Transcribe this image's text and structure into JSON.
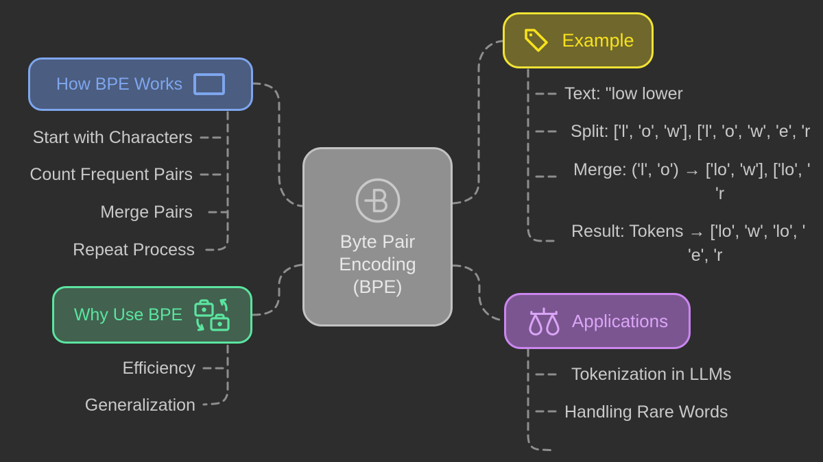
{
  "title": "Byte Pair Encoding (BPE) mind map",
  "colors": {
    "background": "#2a2a2a",
    "connector": "#8e8e8e",
    "leaf_text": "#c9c9c9",
    "center": {
      "fill": "#909090",
      "border": "#c3c3c3",
      "text": "#e7e7e7"
    },
    "how_bpe_works": {
      "fill": "#4b5d80",
      "border": "#7ea6ee",
      "text": "#7ea6ee"
    },
    "why_use_bpe": {
      "fill": "#42614f",
      "border": "#5be5a0",
      "text": "#5be5a0"
    },
    "example": {
      "fill": "#6f672c",
      "border": "#f1e335",
      "text": "#f7e11c"
    },
    "applications": {
      "fill": "#7b5590",
      "border": "#ca86ee",
      "text": "#daa5f6"
    }
  },
  "center_node": {
    "title": "Byte Pair Encoding (BPE)",
    "line1": "Byte Pair",
    "line2": "Encoding",
    "line3": "(BPE)",
    "icon": "bpe-circle-b-icon"
  },
  "branches": [
    {
      "id": "how-bpe-works",
      "label": "How BPE Works",
      "icon": "rectangle-icon",
      "children": [
        "Start with Characters",
        "Count Frequent Pairs",
        "Merge Pairs",
        "Repeat Process"
      ]
    },
    {
      "id": "why-use-bpe",
      "label": "Why Use BPE",
      "icon": "briefcase-swap-icon",
      "children": [
        "Efficiency",
        "Generalization"
      ]
    },
    {
      "id": "example",
      "label": "Example",
      "icon": "tag-icon",
      "children": [
        {
          "text": "Text: \"low lower"
        },
        {
          "text": "Split: ['l', 'o', 'w'], ['l', 'o', 'w', 'e', 'r"
        },
        {
          "text": "Merge: ('l', 'o') → ['lo', 'w'], ['lo', '",
          "text2": "'r"
        },
        {
          "text": "Result: Tokens → ['lo', 'w', 'lo', '",
          "text2": "'e', 'r"
        }
      ]
    },
    {
      "id": "applications",
      "label": "Applications",
      "icon": "scale-icon",
      "children": [
        "Tokenization in LLMs",
        "Handling Rare Words"
      ]
    }
  ]
}
